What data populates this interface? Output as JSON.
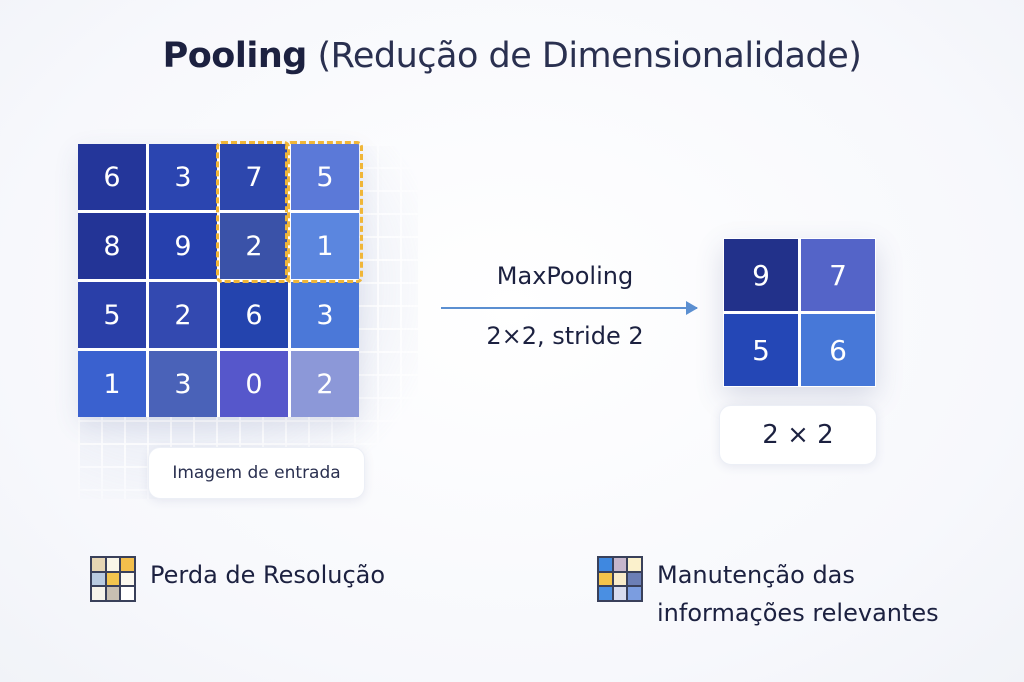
{
  "title": {
    "bold": "Pooling",
    "rest": " (Redução de Dimensionalidade)"
  },
  "input": {
    "label": "Imagem de entrada",
    "rows": [
      [
        {
          "v": "6",
          "c": "#24369a"
        },
        {
          "v": "3",
          "c": "#2b45b0"
        },
        {
          "v": "7",
          "c": "#2d47ad"
        },
        {
          "v": "5",
          "c": "#5b79d8"
        }
      ],
      [
        {
          "v": "8",
          "c": "#233496"
        },
        {
          "v": "9",
          "c": "#2640ad"
        },
        {
          "v": "2",
          "c": "#3a52a8"
        },
        {
          "v": "1",
          "c": "#5b86df"
        }
      ],
      [
        {
          "v": "5",
          "c": "#2a3fa8"
        },
        {
          "v": "2",
          "c": "#3349b0"
        },
        {
          "v": "6",
          "c": "#2444ae"
        },
        {
          "v": "3",
          "c": "#4b78d8"
        }
      ],
      [
        {
          "v": "1",
          "c": "#3a61cf"
        },
        {
          "v": "3",
          "c": "#4a62b8"
        },
        {
          "v": "0",
          "c": "#5657cb"
        },
        {
          "v": "2",
          "c": "#8c98d8"
        }
      ]
    ],
    "window_color": "#f0b638"
  },
  "operation": {
    "name": "MaxPooling",
    "params": "2×2, stride 2",
    "arrow_color": "#5b8fd1"
  },
  "output": {
    "label": "2 × 2",
    "rows": [
      [
        {
          "v": "9",
          "c": "#22318a"
        },
        {
          "v": "7",
          "c": "#5464c8"
        }
      ],
      [
        {
          "v": "5",
          "c": "#2447b6"
        },
        {
          "v": "6",
          "c": "#4778d8"
        }
      ]
    ]
  },
  "legend": {
    "left": {
      "label_bold": "Perda",
      "label_rest": " de Resolução",
      "icon": "pixel-grid-icon",
      "icon_colors": [
        "#e6d6b4",
        "#f9f6e8",
        "#f3bf4c",
        "#b9cbe0",
        "#f3c54e",
        "#fbf8ee",
        "#f6f3ea",
        "#c8bfb2",
        "#ffffff"
      ]
    },
    "right": {
      "label_bold": "Manutenção",
      "label_rest": " das",
      "label_line2": "informações relevantes",
      "icon": "pixel-grid-icon",
      "icon_colors": [
        "#3f88e0",
        "#c6b6cc",
        "#fbf1cc",
        "#f4c44a",
        "#f9eccb",
        "#6c7fb6",
        "#4a8fe2",
        "#d8dcef",
        "#7b9de0"
      ]
    }
  },
  "chart_data": {
    "type": "table",
    "title": "Pooling (Redução de Dimensionalidade)",
    "input_matrix": [
      [
        6,
        3,
        7,
        5
      ],
      [
        8,
        9,
        2,
        1
      ],
      [
        5,
        2,
        6,
        3
      ],
      [
        1,
        3,
        0,
        2
      ]
    ],
    "operation": "MaxPooling 2×2, stride 2",
    "output_matrix": [
      [
        9,
        7
      ],
      [
        5,
        6
      ]
    ],
    "highlighted_window": {
      "rows": [
        0,
        1
      ],
      "cols": [
        2,
        3
      ]
    }
  }
}
